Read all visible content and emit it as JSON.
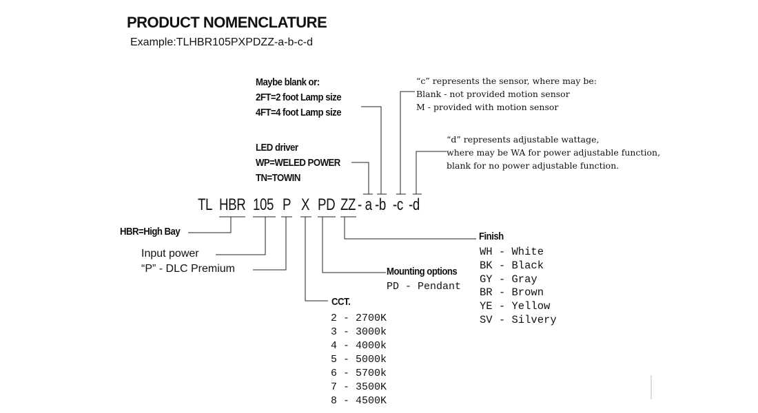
{
  "header": {
    "title": "PRODUCT NOMENCLATURE",
    "example": "Example:TLHBR105PXPDZZ-a-b-c-d"
  },
  "code_parts": [
    "TL",
    "HBR",
    "105",
    "P",
    "X",
    "PD",
    "ZZ",
    "- a",
    "-b",
    "-c",
    "-d"
  ],
  "lamp_size": {
    "lines": [
      "Maybe blank or:",
      "2FT=2 foot  Lamp size",
      "4FT=4 foot  Lamp size"
    ]
  },
  "driver": {
    "lines": [
      "LED driver",
      "WP=WELED POWER",
      "TN=TOWIN"
    ]
  },
  "sensor": {
    "lines": [
      "“c” represents the sensor, where may be:",
      "Blank - not provided motion sensor",
      "M - provided with motion sensor"
    ]
  },
  "wattage": {
    "lines": [
      "“d” represents adjustable wattage,",
      "where may be WA for power adjustable function,",
      "blank for no power adjustable function."
    ]
  },
  "series": {
    "label": "HBR=High Bay"
  },
  "power": {
    "label": "Input power"
  },
  "dlc": {
    "label": "“P” - DLC Premium"
  },
  "cct": {
    "title": "CCT.",
    "items": [
      "2 - 2700K",
      "3 - 3000k",
      "4 - 4000k",
      "5 - 5000k",
      "6 - 5700k",
      "7 - 3500K",
      "8 - 4500K"
    ]
  },
  "mounting": {
    "title": "Mounting options",
    "items": [
      "PD - Pendant"
    ]
  },
  "finish": {
    "title": "Finish",
    "items": [
      "WH - White",
      "BK - Black",
      "GY - Gray",
      "BR - Brown",
      "YE - Yellow",
      "SV - Silvery"
    ]
  }
}
